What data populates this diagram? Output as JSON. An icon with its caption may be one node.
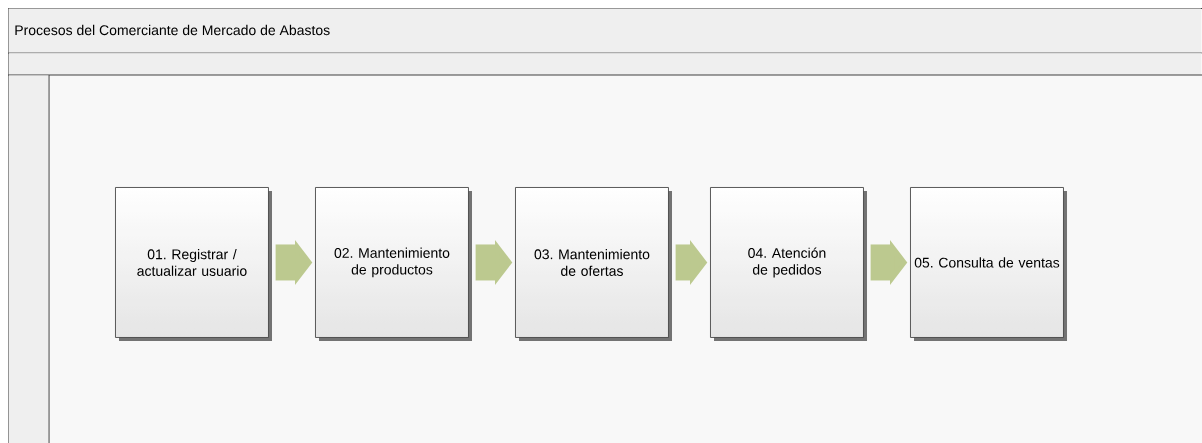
{
  "diagram": {
    "nodes": [
      {
        "text": [
          "Procesos del Comerciante de Mercado de Abastos"
        ]
      },
      {
        "text": [
          "01. Registrar / actualizar usuario"
        ],
        "in": 0
      },
      {
        "text": [
          "02. Mantenimiento de productos"
        ],
        "in": 0
      },
      {
        "text": [
          "03. Mantenimiento de ofertas"
        ],
        "in": 0
      },
      {
        "text": [
          "04. Atención de pedidos"
        ],
        "in": 0
      },
      {
        "text": [
          "05. Consulta de ventas"
        ],
        "in": 0
      }
    ],
    "edges": [
      {
        "from": 1,
        "to": 2,
        "arrow": "to"
      },
      {
        "from": 2,
        "to": 3,
        "arrow": "to"
      },
      {
        "from": 3,
        "to": 4,
        "arrow": "to"
      },
      {
        "from": 4,
        "to": 5,
        "arrow": "to"
      }
    ]
  }
}
